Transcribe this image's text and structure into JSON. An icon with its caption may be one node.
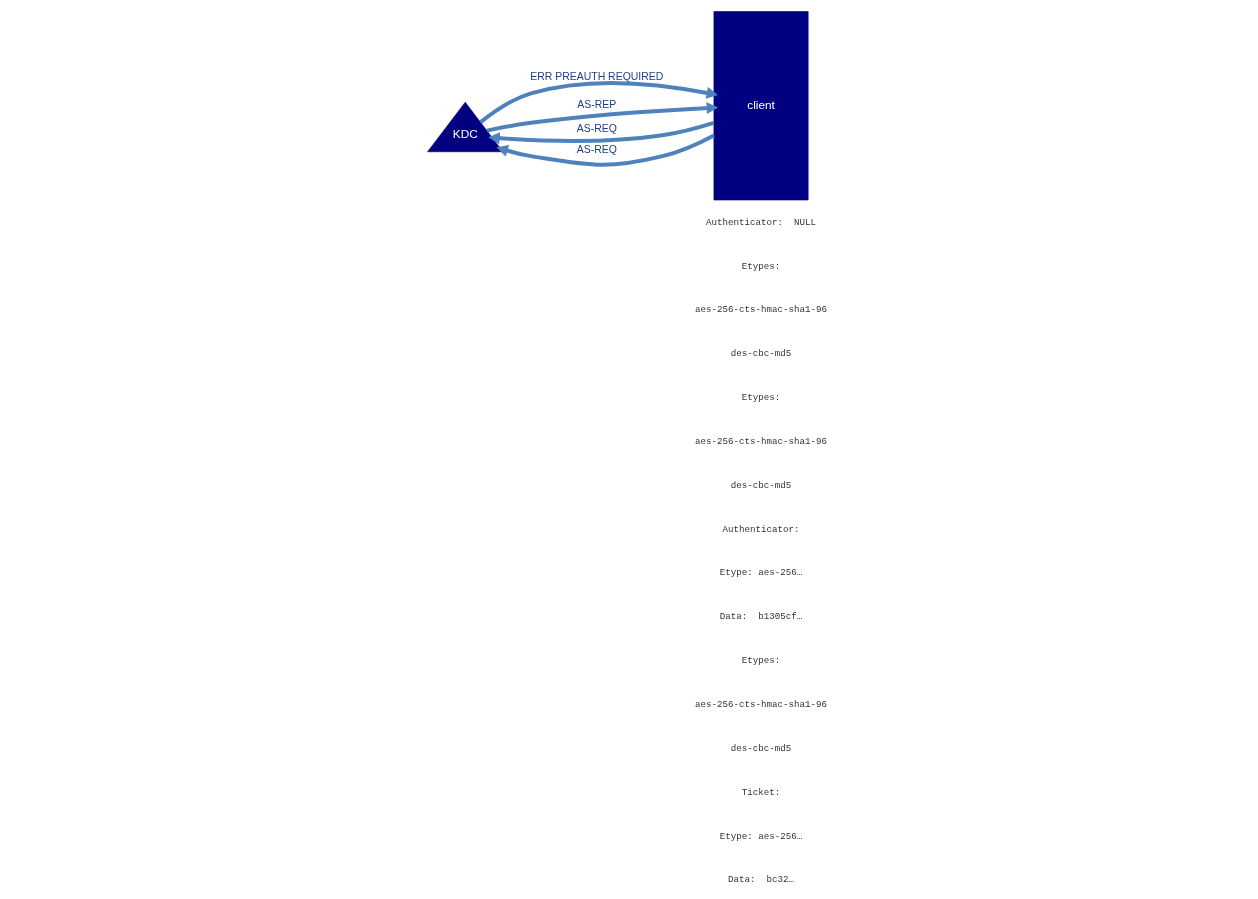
{
  "diagram": {
    "nodes": [
      {
        "text": [
          "KDC"
        ]
      },
      {
        "text": [
          "client"
        ]
      }
    ],
    "edges": [
      {
        "from": 1,
        "to": 0,
        "arrow": "to",
        "label": "AS-REQ"
      },
      {
        "from": 0,
        "to": 1,
        "arrow": "to",
        "label": "ERR PREAUTH REQUIRED"
      },
      {
        "from": 1,
        "to": 0,
        "arrow": "to",
        "label": "AS-REQ"
      },
      {
        "from": 0,
        "to": 1,
        "arrow": "to",
        "label": "AS-REP"
      }
    ],
    "labels": [
      "Authenticator:  NULL",
      "Etypes:",
      "aes-256-cts-hmac-sha1-96",
      "des-cbc-md5",
      "Etypes:",
      "aes-256-cts-hmac-sha1-96",
      "des-cbc-md5",
      "Authenticator:",
      "Etype: aes-256…",
      "Data:  b1305cf…",
      "Etypes:",
      "aes-256-cts-hmac-sha1-96",
      "des-cbc-md5",
      "Ticket:",
      "Etype: aes-256…",
      "Data:  bc32…"
    ]
  }
}
